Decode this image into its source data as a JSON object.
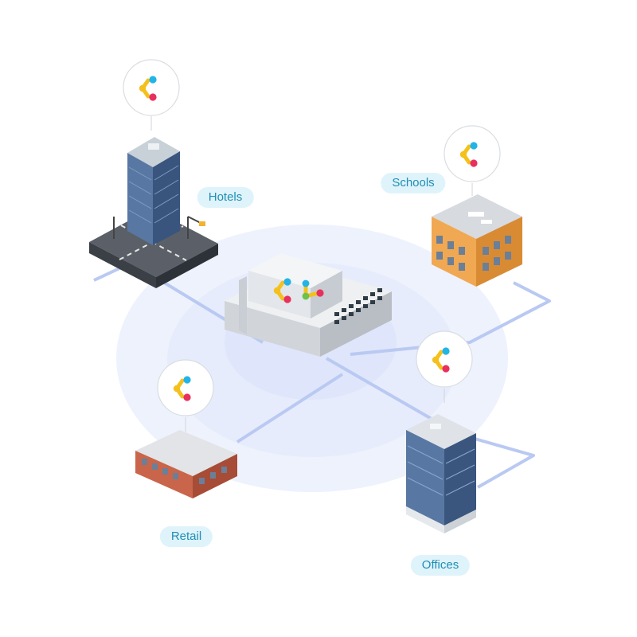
{
  "colors": {
    "label_bg": "#dff3fa",
    "label_text": "#1f8fb5",
    "link_line": "#b9c9f2",
    "ripple": "#e3e9fb",
    "logo_blue": "#22b4e6",
    "logo_yellow": "#f4c11c",
    "logo_pink": "#e8305c",
    "logo_green": "#6cc24a"
  },
  "hub": {
    "name": "network-switch",
    "logo_icon": "brand-chevron-icon"
  },
  "sites": {
    "hotels": {
      "label": "Hotels",
      "icon": "hotel-building-icon",
      "logo_icon": "brand-chevron-icon"
    },
    "schools": {
      "label": "Schools",
      "icon": "school-building-icon",
      "logo_icon": "brand-chevron-icon"
    },
    "retail": {
      "label": "Retail",
      "icon": "retail-building-icon",
      "logo_icon": "brand-chevron-icon"
    },
    "offices": {
      "label": "Offices",
      "icon": "office-building-icon",
      "logo_icon": "brand-chevron-icon"
    }
  }
}
